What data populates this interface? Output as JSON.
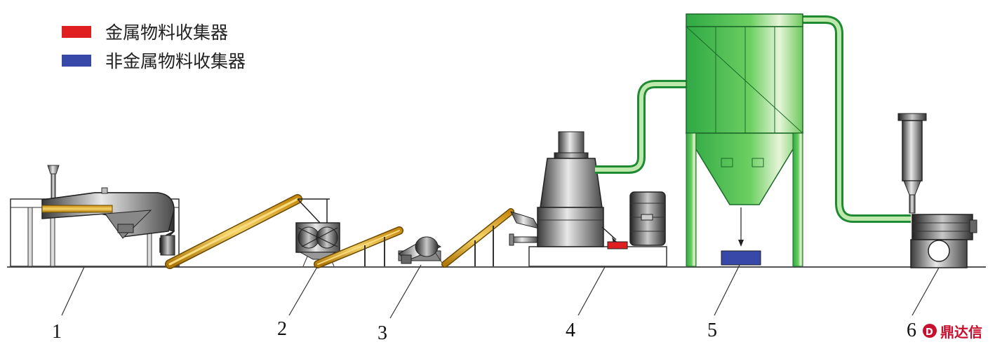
{
  "legend": [
    {
      "label": "金属物料收集器",
      "color": "#e02020"
    },
    {
      "label": "非金属物料收集器",
      "color": "#3848a8"
    }
  ],
  "stations": [
    "1",
    "2",
    "3",
    "4",
    "5",
    "6"
  ],
  "watermark": {
    "text": "鼎达信"
  },
  "colors": {
    "equipment_green": "#3ab54a",
    "conveyor_yellow": "#e8b030",
    "metal": "#e02020",
    "nonmetal": "#3848a8",
    "ground": "#555555"
  }
}
